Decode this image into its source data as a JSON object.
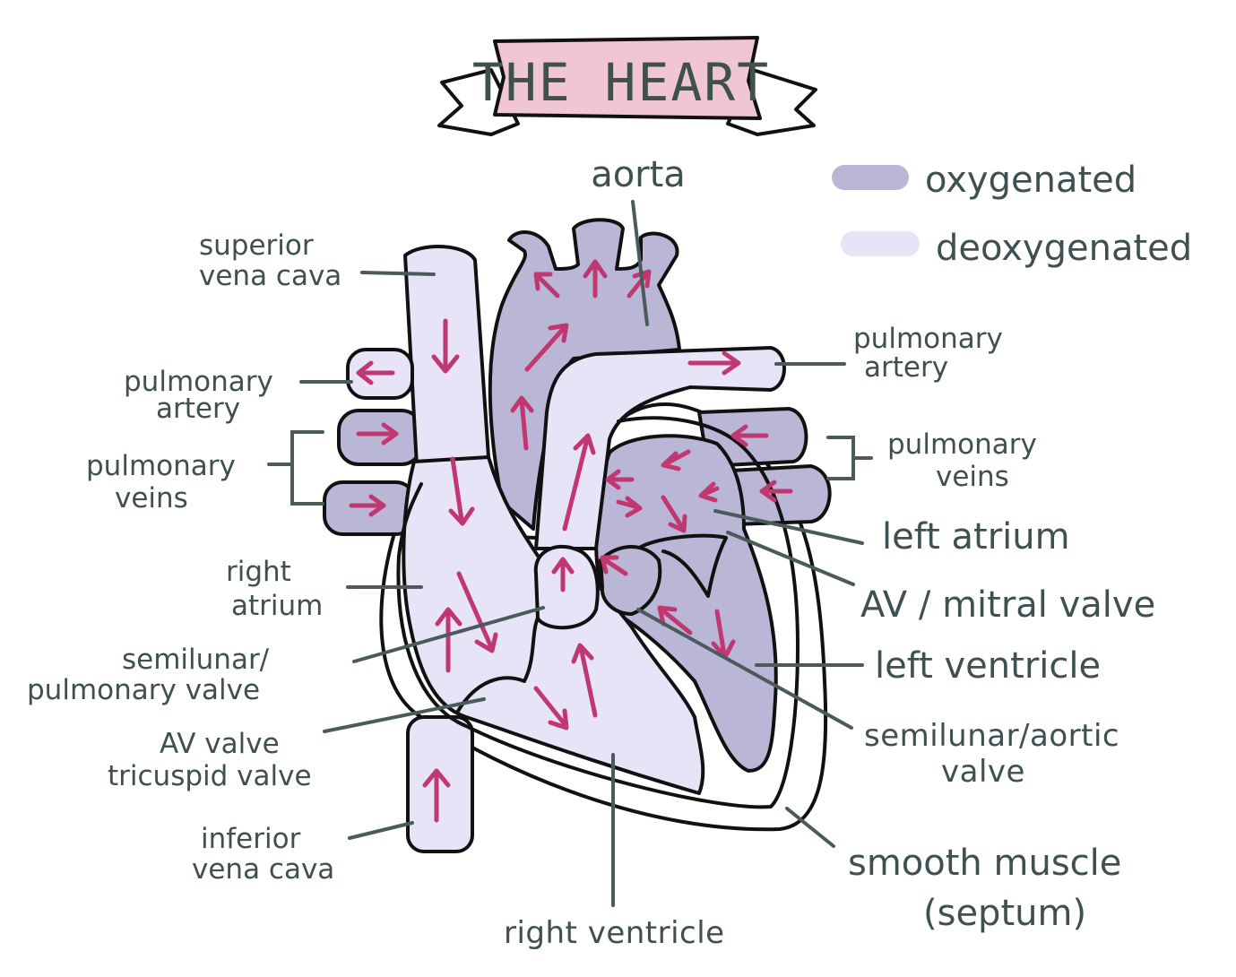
{
  "title": "THE HEART",
  "legend": [
    {
      "label": "oxygenated",
      "color": "#b9b6d6"
    },
    {
      "label": "deoxygenated",
      "color": "#e7e4f7"
    }
  ],
  "labels": {
    "aorta": "aorta",
    "superior_vena_cava": [
      "superior",
      "vena cava"
    ],
    "pulmonary_artery_left": [
      "pulmonary",
      "artery"
    ],
    "pulmonary_veins_left": [
      "pulmonary",
      "veins"
    ],
    "right_atrium": [
      "right",
      "atrium"
    ],
    "semilunar_pulmonary_valve": [
      "semilunar/",
      "pulmonary valve"
    ],
    "av_tricuspid_valve": [
      "AV valve",
      "tricuspid valve"
    ],
    "inferior_vena_cava": [
      "inferior",
      "vena cava"
    ],
    "right_ventricle": "right ventricle",
    "pulmonary_artery_right": [
      "pulmonary",
      "artery"
    ],
    "pulmonary_veins_right": [
      "pulmonary",
      "veins"
    ],
    "left_atrium": "left atrium",
    "av_mitral_valve": "AV / mitral valve",
    "left_ventricle": "left ventricle",
    "semilunar_aortic_valve": [
      "semilunar/aortic",
      "valve"
    ],
    "smooth_muscle": [
      "smooth muscle",
      "(septum)"
    ]
  },
  "colors": {
    "oxygenated": "#b9b6d6",
    "deoxygenated": "#e7e4f7",
    "arrow": "#c0386f",
    "banner": "#f1c6d3",
    "text": "#3e5050"
  }
}
